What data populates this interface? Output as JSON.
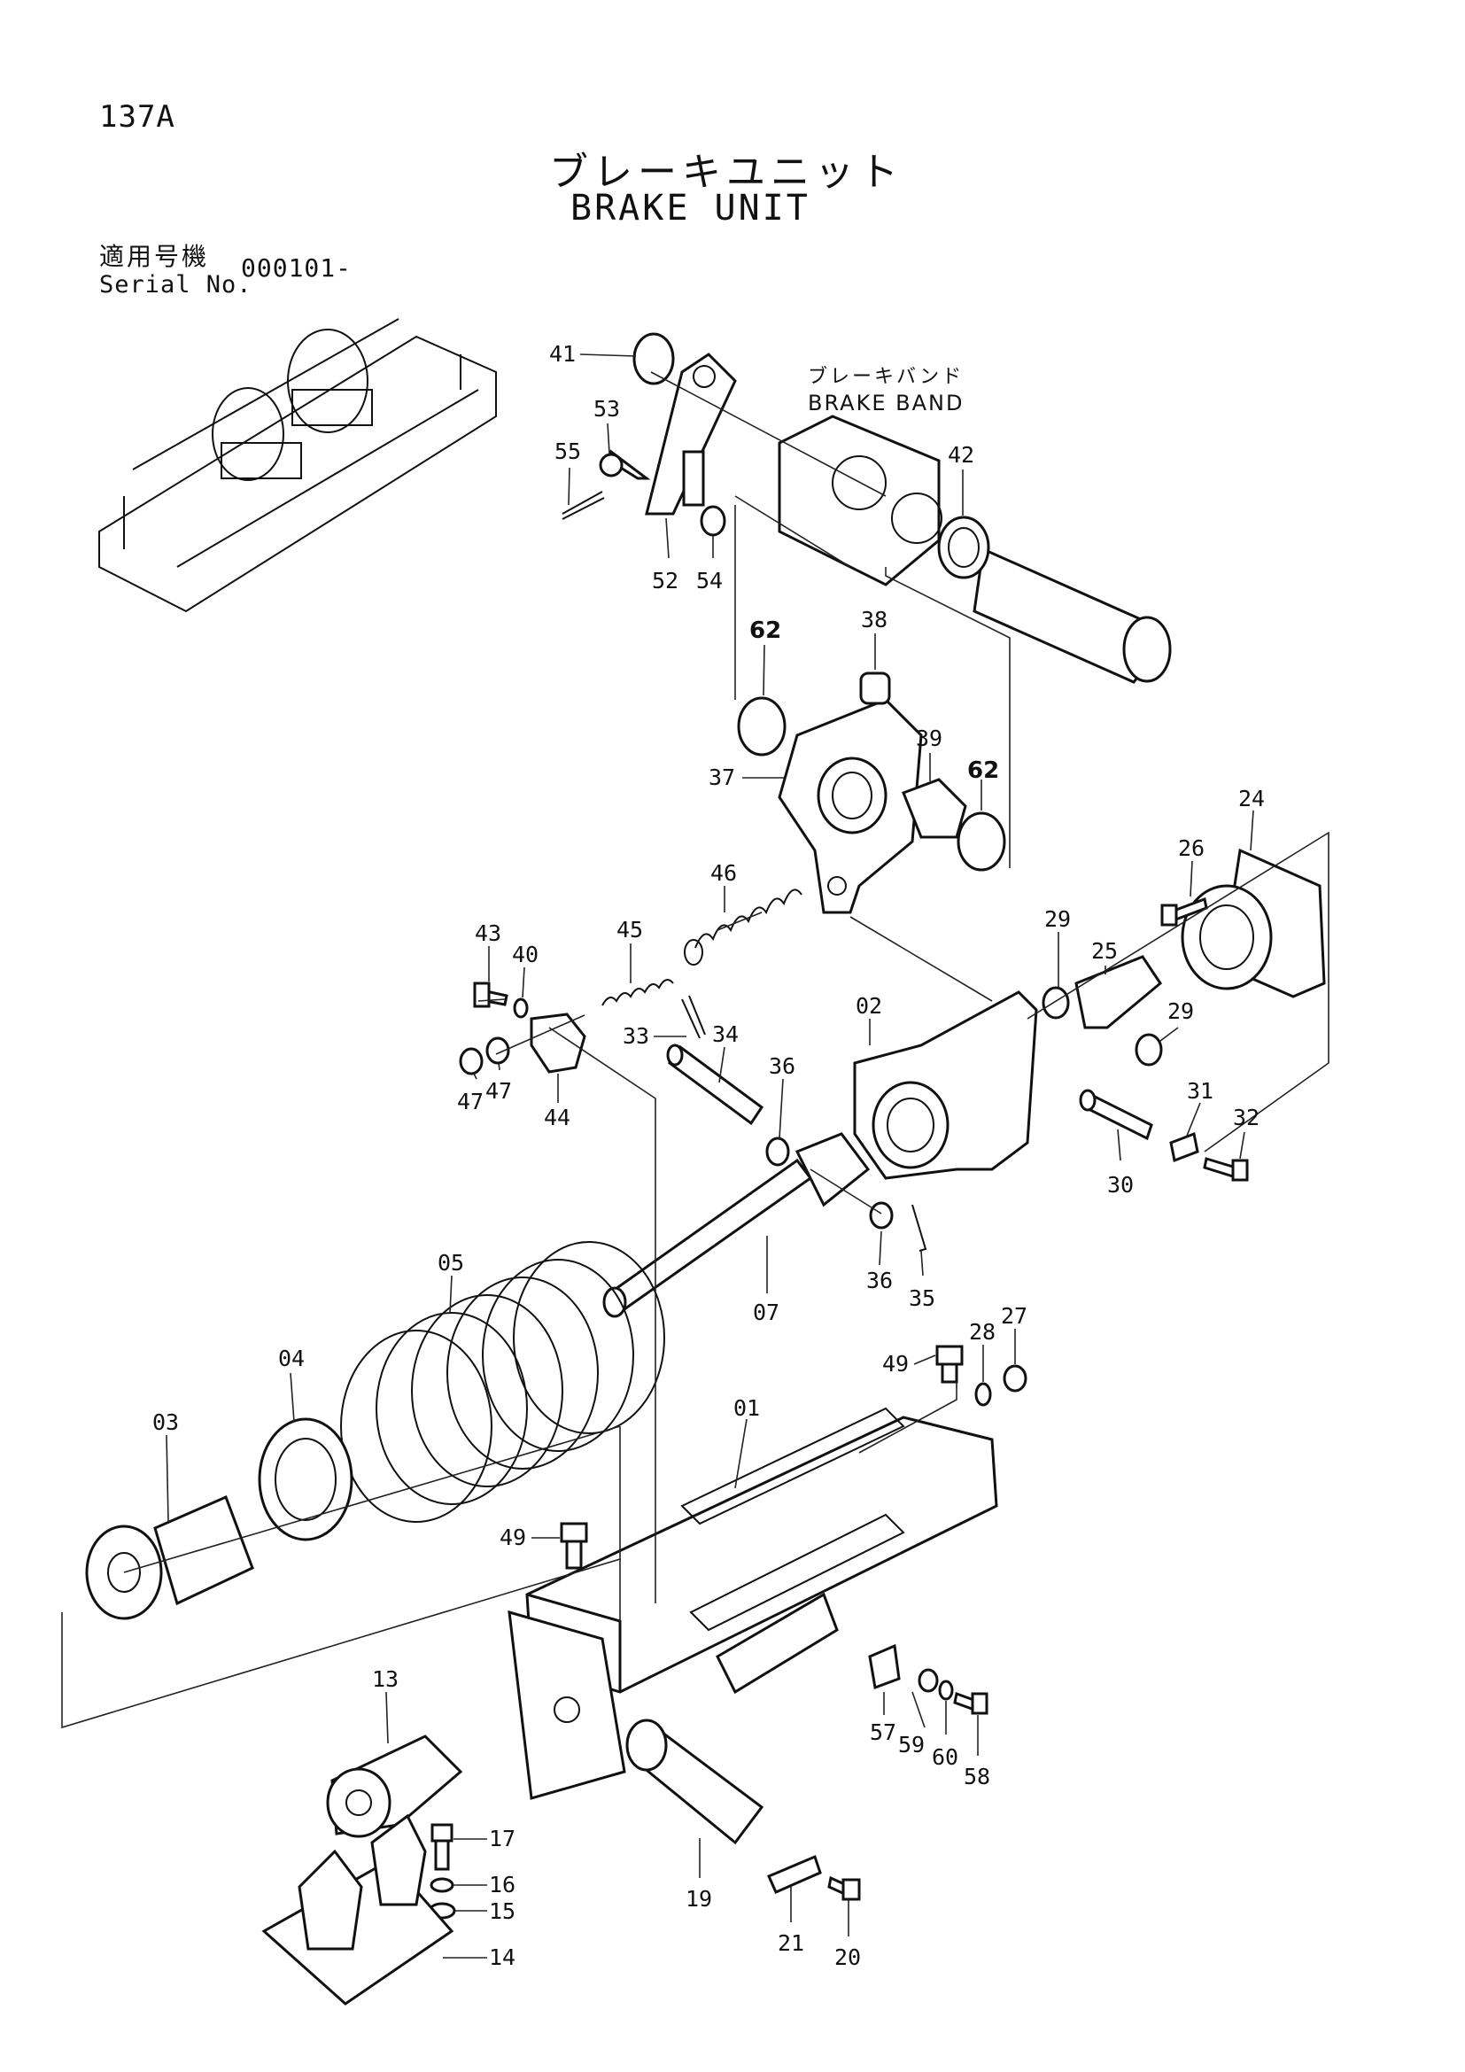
{
  "header": {
    "page_number": "137A",
    "title_jp": "ブレーキユニット",
    "title_en": "BRAKE UNIT",
    "serial_label_jp": "適用号機",
    "serial_label_en": "Serial No.",
    "serial_value": "000101-"
  },
  "callout": {
    "brake_band_jp": "ブレーキバンド",
    "brake_band_en": "BRAKE BAND"
  },
  "part_numbers": {
    "p01": "01",
    "p02": "02",
    "p03": "03",
    "p04": "04",
    "p05": "05",
    "p07": "07",
    "p13": "13",
    "p14": "14",
    "p15": "15",
    "p16": "16",
    "p17": "17",
    "p19": "19",
    "p20": "20",
    "p21": "21",
    "p24": "24",
    "p25": "25",
    "p26": "26",
    "p27": "27",
    "p28": "28",
    "p29a": "29",
    "p29b": "29",
    "p30": "30",
    "p31": "31",
    "p32": "32",
    "p33": "33",
    "p34": "34",
    "p35": "35",
    "p36a": "36",
    "p36b": "36",
    "p37": "37",
    "p38": "38",
    "p39": "39",
    "p40": "40",
    "p41": "41",
    "p42": "42",
    "p43": "43",
    "p44": "44",
    "p45": "45",
    "p46": "46",
    "p47a": "47",
    "p47b": "47",
    "p49a": "49",
    "p49b": "49",
    "p52": "52",
    "p53": "53",
    "p54": "54",
    "p55": "55",
    "p57": "57",
    "p58": "58",
    "p59": "59",
    "p60": "60",
    "p62a": "62",
    "p62b": "62"
  }
}
